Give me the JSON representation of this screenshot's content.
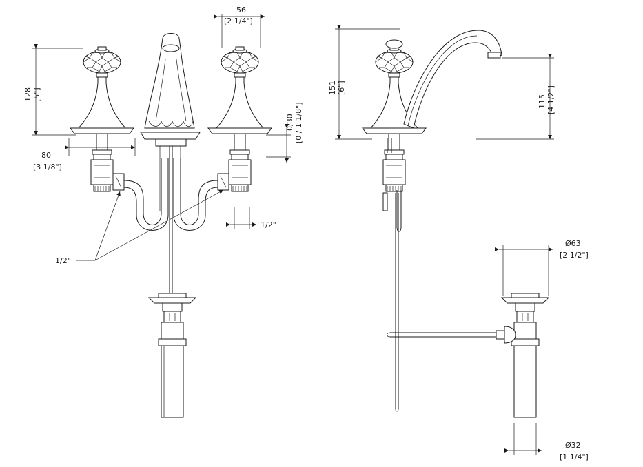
{
  "dimensions": {
    "front_height": {
      "mm": "128",
      "in": "[5\"]"
    },
    "spread": {
      "mm": "80",
      "in": "[3 1/8\"]"
    },
    "top_width": {
      "mm": "56",
      "in": "[2 1/4\"]"
    },
    "deck_thickness": {
      "mm": "0/30",
      "in": "[0 / 1 1/8\"]"
    },
    "connection_right": "1/2\"",
    "connection_left": "1/2\"",
    "side_height": {
      "mm": "151",
      "in": "[6\"]"
    },
    "spout_height": {
      "mm": "115",
      "in": "[4 1/2\"]"
    },
    "drain_flange": {
      "mm": "Ø63",
      "in": "[2 1/2\"]"
    },
    "drain_tail": {
      "mm": "Ø32",
      "in": "[1 1/4\"]"
    }
  },
  "colors": {
    "line": "#1a1a1a",
    "background": "#ffffff"
  }
}
